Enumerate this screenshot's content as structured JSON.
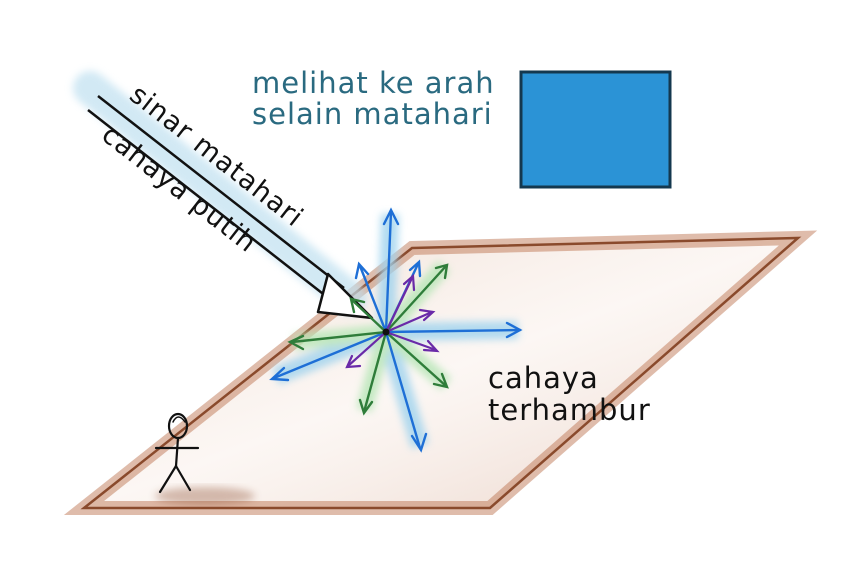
{
  "labels": {
    "view_line1": "melihat ke arah",
    "view_line2": "selain matahari",
    "sun_ray": "sinar matahari",
    "white_light": "cahaya putih",
    "scattered_line1": "cahaya",
    "scattered_line2": "terhambur"
  },
  "colors": {
    "sky_box": "#2b93d6",
    "ground_border": "#8a4a2c",
    "ground_shade": "#b86a45",
    "label_teal": "#2a6a80",
    "text_ink": "#111111",
    "ray_blue": "#1e6fd6",
    "ray_green": "#2f7d3a",
    "ray_purple": "#6a2aa8",
    "glow_blue": "#9fd3ee",
    "glow_green": "#b6e6b6"
  },
  "icons": {
    "person": "stick-figure-icon",
    "sun_ray": "sunlight-arrow-icon",
    "scatter_point": "air-molecule-icon"
  }
}
